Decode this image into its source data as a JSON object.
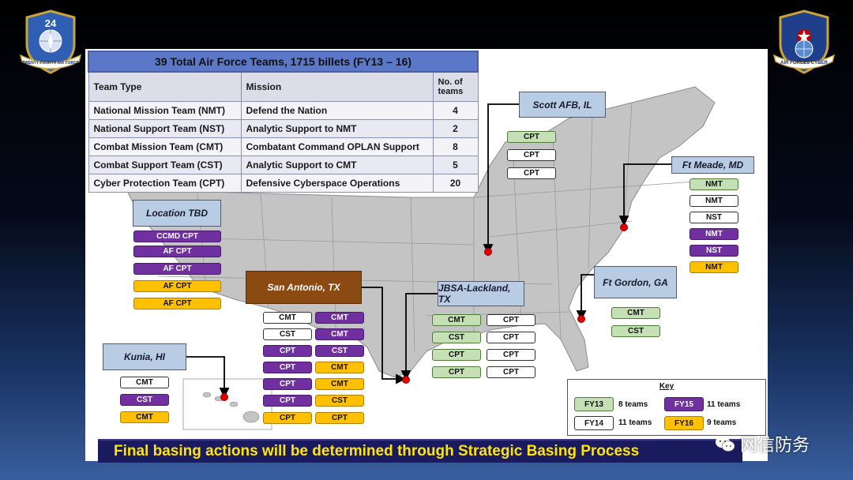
{
  "emblems": {
    "left_number": "24",
    "left_text": "TWENTY-FOURTH AIR FORCE",
    "right_text": "AIR FORCES CYBER"
  },
  "table": {
    "title": "39 Total Air Force Teams, 1715 billets (FY13 – 16)",
    "headers": [
      "Team Type",
      "Mission",
      "No. of teams"
    ],
    "rows": [
      {
        "type": "National Mission Team (NMT)",
        "mission": "Defend the Nation",
        "count": "4"
      },
      {
        "type": "National Support Team (NST)",
        "mission": "Analytic Support to NMT",
        "count": "2"
      },
      {
        "type": "Combat Mission Team (CMT)",
        "mission": "Combatant Command OPLAN Support",
        "count": "8"
      },
      {
        "type": "Combat Support Team (CST)",
        "mission": "Analytic Support to CMT",
        "count": "5"
      },
      {
        "type": "Cyber Protection Team (CPT)",
        "mission": "Defensive Cyberspace Operations",
        "count": "20"
      }
    ]
  },
  "locations": {
    "scott": "Scott AFB, IL",
    "meade": "Ft Meade, MD",
    "tbd": "Location TBD",
    "san_antonio": "San Antonio, TX",
    "lackland": "JBSA-Lackland, TX",
    "gordon": "Ft Gordon, GA",
    "kunia": "Kunia, HI"
  },
  "teams": {
    "scott": [
      {
        "label": "CPT",
        "fy": "fy13"
      },
      {
        "label": "CPT",
        "fy": "fy14"
      },
      {
        "label": "CPT",
        "fy": "fy14"
      }
    ],
    "meade": [
      {
        "label": "NMT",
        "fy": "fy13"
      },
      {
        "label": "NMT",
        "fy": "fy14"
      },
      {
        "label": "NST",
        "fy": "fy14"
      },
      {
        "label": "NMT",
        "fy": "fy15"
      },
      {
        "label": "NST",
        "fy": "fy15"
      },
      {
        "label": "NMT",
        "fy": "fy16"
      }
    ],
    "tbd": [
      {
        "label": "CCMD CPT",
        "fy": "fy15"
      },
      {
        "label": "AF CPT",
        "fy": "fy15"
      },
      {
        "label": "AF CPT",
        "fy": "fy15"
      },
      {
        "label": "AF CPT",
        "fy": "fy16"
      },
      {
        "label": "AF CPT",
        "fy": "fy16"
      }
    ],
    "san_antonio_left": [
      {
        "label": "CMT",
        "fy": "fy14"
      },
      {
        "label": "CST",
        "fy": "fy14"
      },
      {
        "label": "CPT",
        "fy": "fy15"
      },
      {
        "label": "CPT",
        "fy": "fy15"
      },
      {
        "label": "CPT",
        "fy": "fy15"
      },
      {
        "label": "CPT",
        "fy": "fy15"
      },
      {
        "label": "CPT",
        "fy": "fy16"
      }
    ],
    "san_antonio_right": [
      {
        "label": "CMT",
        "fy": "fy15"
      },
      {
        "label": "CMT",
        "fy": "fy15"
      },
      {
        "label": "CST",
        "fy": "fy15"
      },
      {
        "label": "CMT",
        "fy": "fy16"
      },
      {
        "label": "CMT",
        "fy": "fy16"
      },
      {
        "label": "CST",
        "fy": "fy16"
      },
      {
        "label": "CPT",
        "fy": "fy16"
      }
    ],
    "lackland_left": [
      {
        "label": "CMT",
        "fy": "fy13"
      },
      {
        "label": "CST",
        "fy": "fy13"
      },
      {
        "label": "CPT",
        "fy": "fy13"
      },
      {
        "label": "CPT",
        "fy": "fy13"
      }
    ],
    "lackland_right": [
      {
        "label": "CPT",
        "fy": "fy14"
      },
      {
        "label": "CPT",
        "fy": "fy14"
      },
      {
        "label": "CPT",
        "fy": "fy14"
      },
      {
        "label": "CPT",
        "fy": "fy14"
      }
    ],
    "gordon": [
      {
        "label": "CMT",
        "fy": "fy13"
      },
      {
        "label": "CST",
        "fy": "fy13"
      }
    ],
    "kunia": [
      {
        "label": "CMT",
        "fy": "fy14"
      },
      {
        "label": "CST",
        "fy": "fy15"
      },
      {
        "label": "CMT",
        "fy": "fy16"
      }
    ]
  },
  "key": {
    "title": "Key",
    "items": [
      {
        "label": "FY13",
        "desc": "8 teams",
        "fy": "fy13"
      },
      {
        "label": "FY15",
        "desc": "11 teams",
        "fy": "fy15"
      },
      {
        "label": "FY14",
        "desc": "11 teams",
        "fy": "fy14"
      },
      {
        "label": "FY16",
        "desc": "9 teams",
        "fy": "fy16"
      }
    ]
  },
  "banner": "Final basing actions will be determined through Strategic Basing Process",
  "watermark": "网信防务",
  "colors": {
    "fy13": "#c5e0b4",
    "fy14": "#ffffff",
    "fy15": "#7030a0",
    "fy16": "#ffc000",
    "site_marker": "#e00000",
    "banner_text": "#ffe600",
    "banner_bg": "#1a1a5e"
  }
}
